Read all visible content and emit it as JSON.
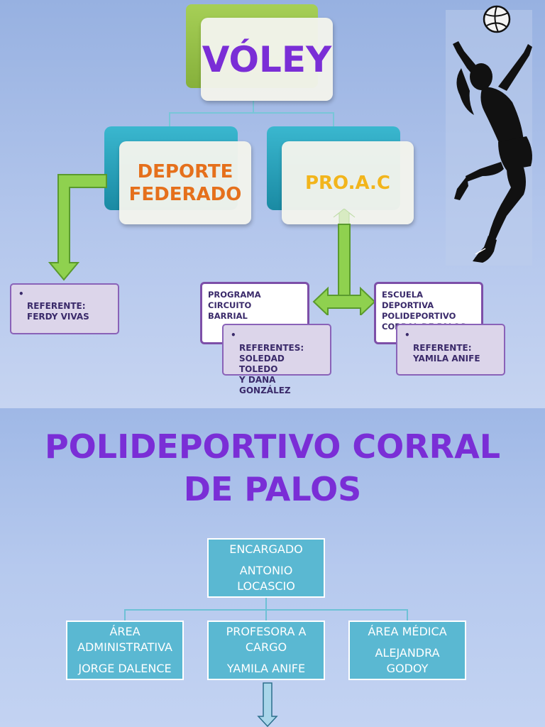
{
  "colors": {
    "title_purple": "#7a2ed6",
    "deporte_orange": "#e5701c",
    "proac_yellow": "#f2b51c",
    "box_teal": "#5ab8d2",
    "arrow_green": "#8fd14f"
  },
  "slide1": {
    "title": "VÓLEY",
    "branch_left": "DEPORTE\nFEDERADO",
    "branch_right": "PRO.A.C",
    "left_referent": "REFERENTE:\nFERDY VIVAS",
    "program_left": "PROGRAMA CIRCUITO\nBARRIAL",
    "program_left_referents": "REFERENTES:\nSOLEDAD TOLEDO\nY DANA GONZÁLEZ",
    "program_right": "ESCUELA DEPORTIVA\nPOLIDEPORTIVO\nCORRAL DE PALOS",
    "program_right_referent": "REFERENTE:\nYAMILA ANIFE",
    "image": "volleyball-player-silhouette"
  },
  "slide2": {
    "title": "POLIDEPORTIVO CORRAL\nDE PALOS",
    "top_box": {
      "role": "ENCARGADO",
      "name": "ANTONIO\nLOCASCIO"
    },
    "boxes": [
      {
        "role": "ÁREA\nADMINISTRATIVA",
        "name": "JORGE  DALENCE"
      },
      {
        "role": "PROFESORA A\nCARGO",
        "name": "YAMILA ANIFE"
      },
      {
        "role": "ÁREA MÉDICA",
        "name": "ALEJANDRA\nGODOY"
      }
    ]
  }
}
